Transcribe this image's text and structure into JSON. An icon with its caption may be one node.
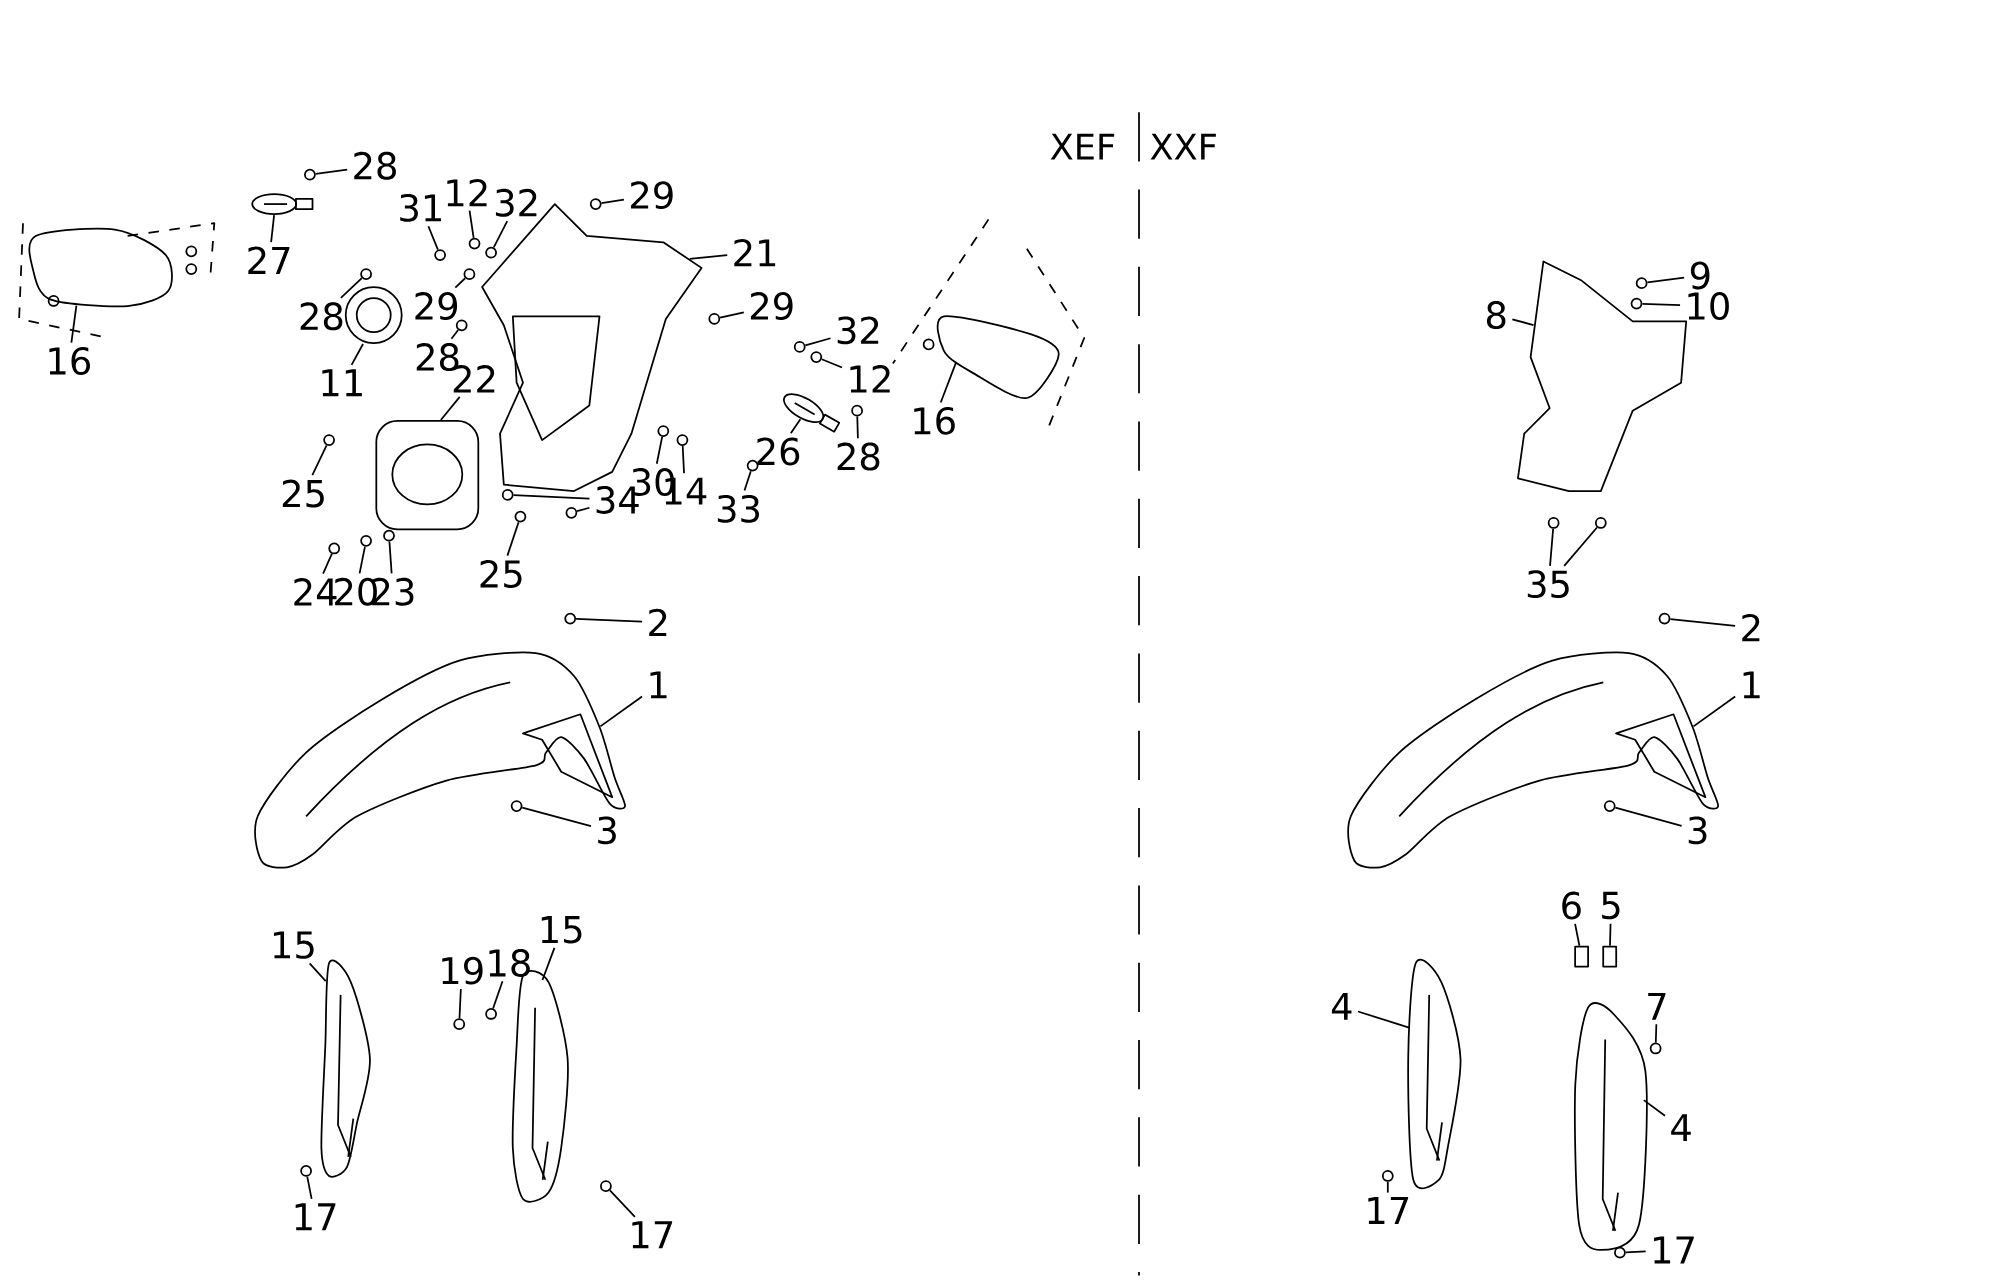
{
  "diagram": {
    "nodes": [
      {
        "text": [
          "28"
        ]
      },
      {
        "text": [
          "27"
        ]
      },
      {
        "text": [
          "31"
        ]
      },
      {
        "text": [
          "12"
        ]
      },
      {
        "text": [
          "32"
        ]
      },
      {
        "text": [
          "29"
        ]
      },
      {
        "text": [
          "21"
        ]
      },
      {
        "text": [
          "28"
        ]
      },
      {
        "text": [
          "29"
        ]
      },
      {
        "text": [
          "11"
        ]
      },
      {
        "text": [
          "28"
        ]
      },
      {
        "text": [
          "22"
        ]
      },
      {
        "text": [
          "29"
        ]
      },
      {
        "text": [
          "32"
        ]
      },
      {
        "text": [
          "12"
        ]
      },
      {
        "text": [
          "16"
        ]
      },
      {
        "text": [
          "26"
        ]
      },
      {
        "text": [
          "28"
        ]
      },
      {
        "text": [
          "16"
        ]
      },
      {
        "text": [
          "25"
        ]
      },
      {
        "text": [
          "30"
        ]
      },
      {
        "text": [
          "14"
        ]
      },
      {
        "text": [
          "33"
        ]
      },
      {
        "text": [
          "34"
        ]
      },
      {
        "text": [
          "24"
        ]
      },
      {
        "text": [
          "20"
        ]
      },
      {
        "text": [
          "23"
        ]
      },
      {
        "text": [
          "25"
        ]
      },
      {
        "text": [
          "2"
        ]
      },
      {
        "text": [
          "1"
        ]
      },
      {
        "text": [
          "3"
        ]
      },
      {
        "text": [
          "15"
        ]
      },
      {
        "text": [
          "19"
        ]
      },
      {
        "text": [
          "18"
        ]
      },
      {
        "text": [
          "15"
        ]
      },
      {
        "text": [
          "17"
        ]
      },
      {
        "text": [
          "17"
        ]
      },
      {
        "text": [
          "9"
        ]
      },
      {
        "text": [
          "10"
        ]
      },
      {
        "text": [
          "8"
        ]
      },
      {
        "text": [
          "35"
        ]
      },
      {
        "text": [
          "2"
        ]
      },
      {
        "text": [
          "1"
        ]
      },
      {
        "text": [
          "3"
        ]
      },
      {
        "text": [
          "6"
        ]
      },
      {
        "text": [
          "5"
        ]
      },
      {
        "text": [
          "4"
        ]
      },
      {
        "text": [
          "7"
        ]
      },
      {
        "text": [
          "4"
        ]
      },
      {
        "text": [
          "17"
        ]
      },
      {
        "text": [
          "17"
        ]
      },
      {
        "text": [],
        "shape": "circle"
      },
      {
        "text": [],
        "shape": "picture"
      },
      {
        "text": [],
        "shape": "circle"
      },
      {
        "text": [],
        "shape": "circle"
      },
      {
        "text": [],
        "shape": "circle"
      },
      {
        "text": [],
        "shape": "circle"
      },
      {
        "text": [],
        "shape": "picture"
      },
      {
        "text": [],
        "shape": "circle"
      },
      {
        "text": [],
        "shape": "circle"
      },
      {
        "text": [],
        "shape": "picture"
      },
      {
        "text": [],
        "shape": "circle"
      },
      {
        "text": [],
        "shape": "picture"
      },
      {
        "text": [],
        "shape": "circle"
      },
      {
        "text": [],
        "shape": "circle"
      },
      {
        "text": [],
        "shape": "circle"
      },
      {
        "text": [],
        "shape": "picture"
      },
      {
        "text": [],
        "shape": "picture"
      },
      {
        "text": [],
        "shape": "circle"
      },
      {
        "text": [],
        "shape": "picture"
      },
      {
        "text": [],
        "shape": "circle"
      },
      {
        "text": [],
        "shape": "circle"
      },
      {
        "text": [],
        "shape": "circle"
      },
      {
        "text": [],
        "shape": "circle"
      },
      {
        "text": [],
        "shape": "circle"
      },
      {
        "text": [],
        "shape": "circle"
      },
      {
        "text": [],
        "shape": "circle"
      },
      {
        "text": [],
        "shape": "circle"
      },
      {
        "text": [],
        "shape": "circle"
      },
      {
        "text": [],
        "shape": "circle"
      },
      {
        "text": [],
        "shape": "circle"
      },
      {
        "text": [],
        "shape": "picture"
      },
      {
        "text": [],
        "shape": "circle"
      },
      {
        "text": [],
        "shape": "picture"
      },
      {
        "text": [],
        "shape": "circle"
      },
      {
        "text": [],
        "shape": "circle"
      },
      {
        "text": [],
        "shape": "picture"
      },
      {
        "text": [],
        "shape": "circle"
      },
      {
        "text": [],
        "shape": "circle"
      },
      {
        "text": [],
        "shape": "circle"
      },
      {
        "text": [],
        "shape": "circle"
      },
      {
        "text": [],
        "shape": "picture"
      },
      {
        "text": [],
        "shape": "circle"
      },
      {
        "text": [],
        "shape": "circle"
      },
      {
        "text": [],
        "shape": "circle"
      },
      {
        "text": [],
        "shape": "picture"
      },
      {
        "text": [],
        "shape": "circle"
      },
      {
        "text": [],
        "shape": "box"
      },
      {
        "text": [],
        "shape": "box"
      },
      {
        "text": [],
        "shape": "picture"
      },
      {
        "text": [],
        "shape": "circle"
      },
      {
        "text": [],
        "shape": "picture"
      },
      {
        "text": [],
        "shape": "circle"
      },
      {
        "text": [],
        "shape": "circle"
      }
    ],
    "edges": [
      {
        "from": 0,
        "to": 51,
        "arrow": "none"
      },
      {
        "from": 1,
        "to": 52,
        "arrow": "none"
      },
      {
        "from": 2,
        "to": 53,
        "arrow": "none"
      },
      {
        "from": 3,
        "to": 54,
        "arrow": "none"
      },
      {
        "from": 4,
        "to": 55,
        "arrow": "none"
      },
      {
        "from": 5,
        "to": 56,
        "arrow": "none"
      },
      {
        "from": 6,
        "to": 57,
        "arrow": "none"
      },
      {
        "from": 7,
        "to": 58,
        "arrow": "none"
      },
      {
        "from": 8,
        "to": 59,
        "arrow": "none"
      },
      {
        "from": 9,
        "to": 60,
        "arrow": "none"
      },
      {
        "from": 10,
        "to": 61,
        "arrow": "none"
      },
      {
        "from": 11,
        "to": 62,
        "arrow": "none"
      },
      {
        "from": 12,
        "to": 63,
        "arrow": "none"
      },
      {
        "from": 13,
        "to": 64,
        "arrow": "none"
      },
      {
        "from": 14,
        "to": 65,
        "arrow": "none"
      },
      {
        "from": 15,
        "to": 66,
        "arrow": "none"
      },
      {
        "from": 16,
        "to": 67,
        "arrow": "none"
      },
      {
        "from": 17,
        "to": 68,
        "arrow": "none"
      },
      {
        "from": 18,
        "to": 69,
        "arrow": "none"
      },
      {
        "from": 19,
        "to": 70,
        "arrow": "none"
      },
      {
        "from": 20,
        "to": 71,
        "arrow": "none"
      },
      {
        "from": 21,
        "to": 72,
        "arrow": "none"
      },
      {
        "from": 22,
        "to": 73,
        "arrow": "none"
      },
      {
        "from": 23,
        "to": 74,
        "arrow": "none"
      },
      {
        "from": 23,
        "to": 75,
        "arrow": "none"
      },
      {
        "from": 24,
        "to": 76,
        "arrow": "none"
      },
      {
        "from": 25,
        "to": 77,
        "arrow": "none"
      },
      {
        "from": 26,
        "to": 78,
        "arrow": "none"
      },
      {
        "from": 27,
        "to": 79,
        "arrow": "none"
      },
      {
        "from": 28,
        "to": 80,
        "arrow": "none"
      },
      {
        "from": 29,
        "to": 81,
        "arrow": "none"
      },
      {
        "from": 30,
        "to": 82,
        "arrow": "none"
      },
      {
        "from": 31,
        "to": 83,
        "arrow": "none"
      },
      {
        "from": 32,
        "to": 84,
        "arrow": "none"
      },
      {
        "from": 33,
        "to": 85,
        "arrow": "none"
      },
      {
        "from": 34,
        "to": 86,
        "arrow": "none"
      },
      {
        "from": 35,
        "to": 87,
        "arrow": "none"
      },
      {
        "from": 36,
        "to": 88,
        "arrow": "none"
      },
      {
        "from": 37,
        "to": 89,
        "arrow": "none"
      },
      {
        "from": 38,
        "to": 90,
        "arrow": "none"
      },
      {
        "from": 39,
        "to": 91,
        "arrow": "none"
      },
      {
        "from": 40,
        "to": 92,
        "arrow": "none"
      },
      {
        "from": 40,
        "to": 93,
        "arrow": "none"
      },
      {
        "from": 41,
        "to": 94,
        "arrow": "none"
      },
      {
        "from": 42,
        "to": 95,
        "arrow": "none"
      },
      {
        "from": 43,
        "to": 96,
        "arrow": "none"
      },
      {
        "from": 44,
        "to": 97,
        "arrow": "none"
      },
      {
        "from": 45,
        "to": 98,
        "arrow": "none"
      },
      {
        "from": 46,
        "to": 99,
        "arrow": "none"
      },
      {
        "from": 47,
        "to": 100,
        "arrow": "none"
      },
      {
        "from": 48,
        "to": 101,
        "arrow": "none"
      },
      {
        "from": 49,
        "to": 102,
        "arrow": "none"
      },
      {
        "from": 50,
        "to": 103,
        "arrow": "none"
      }
    ],
    "labels": [
      "XEF",
      "XXF"
    ]
  }
}
